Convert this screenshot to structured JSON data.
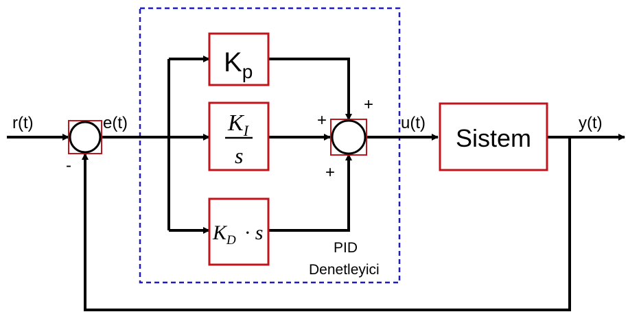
{
  "signals": {
    "input": "r(t)",
    "error": "e(t)",
    "control": "u(t)",
    "output": "y(t)"
  },
  "blocks": {
    "kp": {
      "main": "K",
      "sub": "p"
    },
    "ki": {
      "numerator_main": "K",
      "numerator_sub": "I",
      "denominator": "s"
    },
    "kd": {
      "main": "K",
      "sub": "D",
      "operator": "·",
      "var": "s"
    },
    "system": "Sistem"
  },
  "signs": {
    "feedback_minus": "-",
    "kp_plus": "+",
    "ki_plus": "+",
    "kd_plus": "+"
  },
  "controller_label": {
    "line1": "PID",
    "line2": "Denetleyici"
  },
  "colors": {
    "block_border": "#c0141c",
    "dashed_frame": "#1c1cc8",
    "line": "#000000"
  }
}
